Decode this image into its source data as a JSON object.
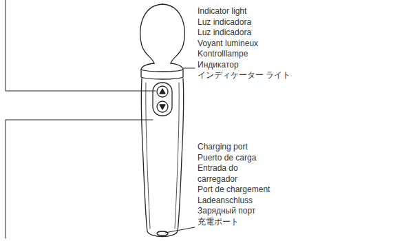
{
  "diagram": {
    "labels": [
      "Indicator light",
      "Luz indicadora",
      "Luz indicadora",
      "Voyant lumineux",
      "Kontrolllampe",
      "Индикатор",
      "インディケーター ライト",
      "Charging port",
      "Puerto de carga",
      "Entrada do carregador",
      "Port de chargement",
      "Ladeanschluss",
      "Зарядный порт",
      "充電ポート"
    ]
  }
}
